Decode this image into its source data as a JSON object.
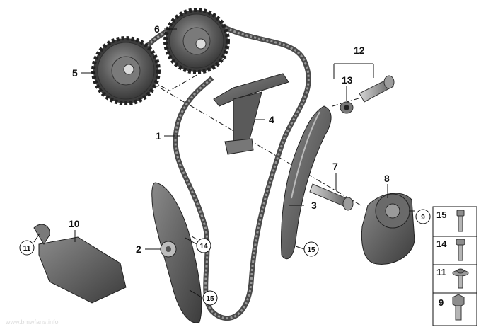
{
  "callouts": {
    "c1": "1",
    "c2": "2",
    "c3": "3",
    "c4": "4",
    "c5": "5",
    "c6": "6",
    "c7": "7",
    "c8": "8",
    "c9": "9",
    "c10": "10",
    "c11": "11",
    "c12": "12",
    "c13": "13",
    "c14": "14",
    "c15a": "15",
    "c15b": "15"
  },
  "legend": {
    "rows": [
      {
        "label": "15",
        "part": "short bolt"
      },
      {
        "label": "14",
        "part": "bolt"
      },
      {
        "label": "11",
        "part": "bolt with washer"
      },
      {
        "label": "9",
        "part": "hex bolt"
      }
    ]
  },
  "watermark": "www.bmwfans.info",
  "colors": {
    "part_dark": "#4a4a4a",
    "part_mid": "#6d6d6d",
    "part_light": "#a9a9a9",
    "line": "#111111"
  }
}
